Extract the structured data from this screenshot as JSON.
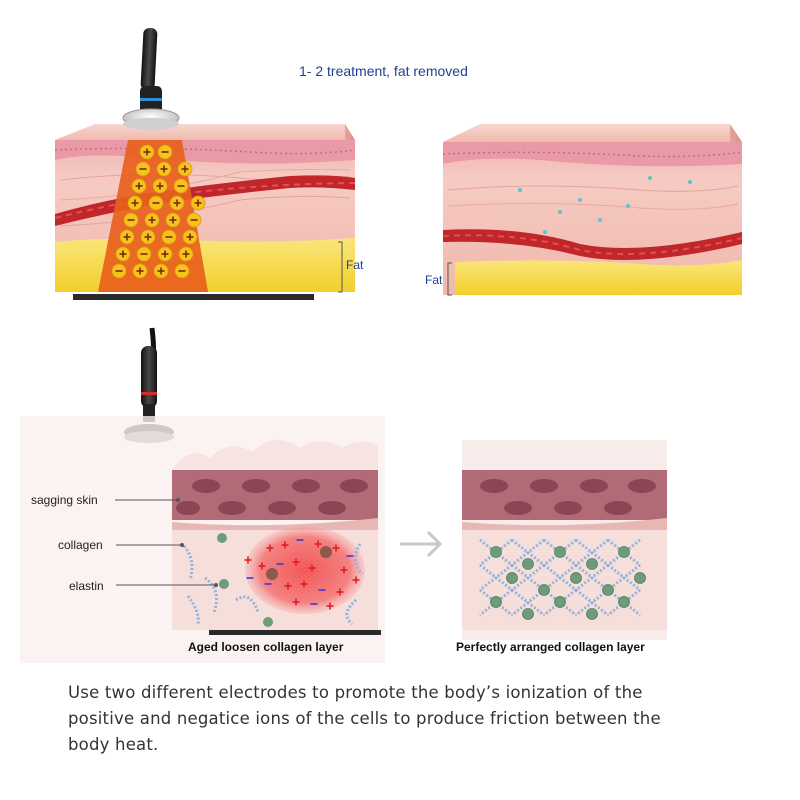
{
  "top_section": {
    "headline": "1- 2 treatment, fat removed",
    "fat_label_left": "Fat",
    "fat_label_right": "Fat"
  },
  "bottom_section": {
    "labels": [
      "sagging skin",
      "collagen",
      "elastin"
    ],
    "caption_left": "Aged loosen collagen layer",
    "caption_right": "Perfectly arranged collagen layer"
  },
  "description": {
    "lines": [
      "Use two different electrodes to promote the body’s ionization of the",
      "positive and negatice ions of the cells to produce friction between the",
      "body heat."
    ]
  },
  "colors": {
    "skin_top": "#f2b9b5",
    "skin_mid": "#f4c2b9",
    "vessel": "#c0262a",
    "fat": "#f7dc4d",
    "energy_column": "#e8601c",
    "ion_dot": "#f6c21c",
    "headline_blue": "#1f3f8f",
    "cell_layer": "#a85a6a",
    "collagen_blue": "#8fb3dd",
    "elastin_green": "#6c9c7c",
    "heat_red": "#e23b3b"
  },
  "icons": [
    "probe-handle-icon",
    "arrow-right-icon",
    "plus-icon",
    "minus-icon"
  ]
}
